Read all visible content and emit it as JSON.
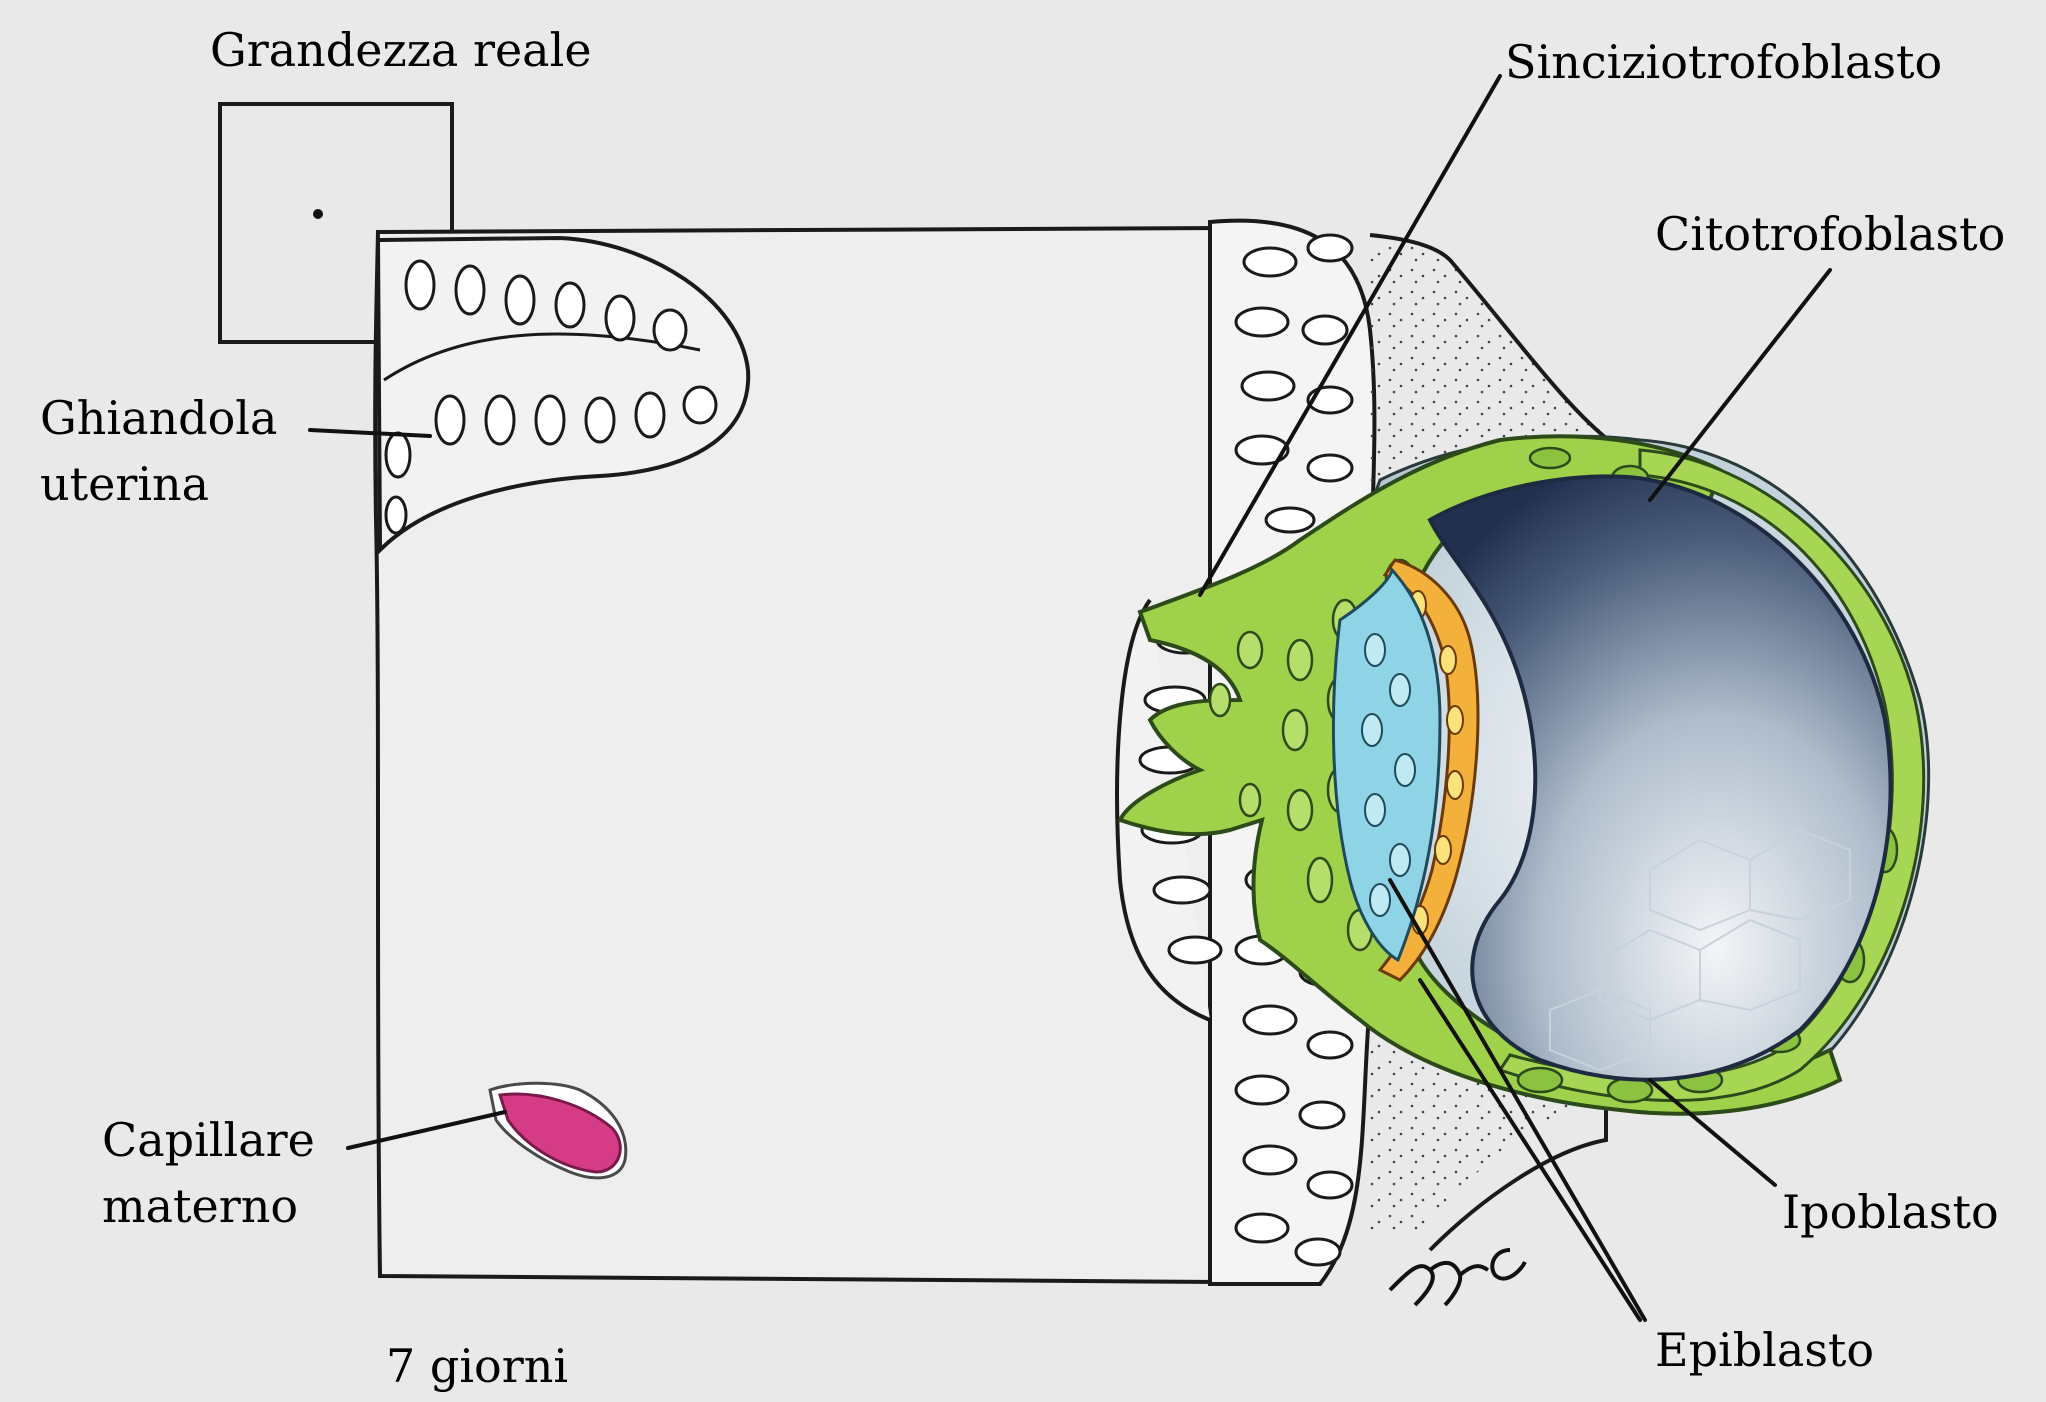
{
  "labels": {
    "scale_title": "Grandezza reale",
    "syncytiotrophoblast": "Sinciziotrofoblasto",
    "cytotrophoblast": "Citotrofoblasto",
    "gland_line1": "Ghiandola",
    "gland_line2": "uterina",
    "capillary_line1": "Capillare",
    "capillary_line2": "materno",
    "hypoblast": "Ipoblasto",
    "epiblast": "Epiblasto",
    "age": "7 giorni",
    "signature": "mc"
  },
  "colors": {
    "background": "#e9e9e9",
    "trophoblast_green": "#9fd24a",
    "epiblast_cyan": "#8fd3e6",
    "hypoblast_orange": "#f3b13c",
    "capillary_magenta": "#d63c86",
    "cavity_dark": "#2e3f5e",
    "outline": "#1a1a1a"
  }
}
